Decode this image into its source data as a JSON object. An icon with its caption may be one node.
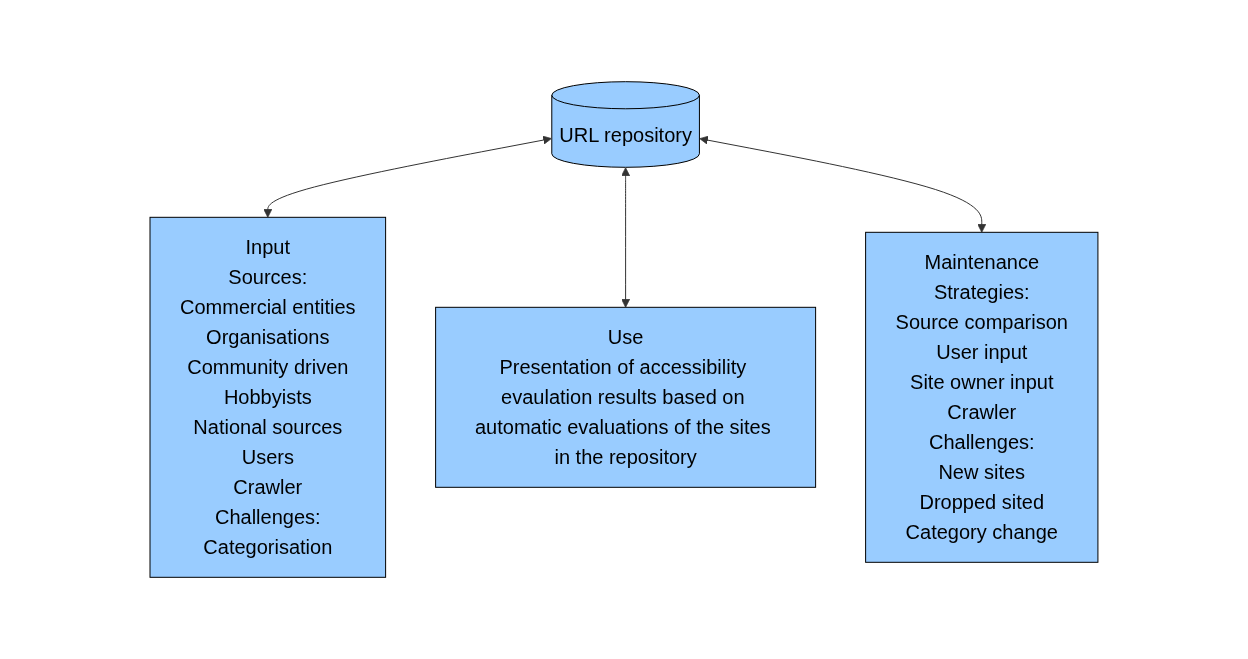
{
  "diagram": {
    "nodes": [
      {
        "text": [
          "Input",
          "Sources:",
          "Commercial entities",
          "Organisations",
          "Community driven",
          "Hobbyists",
          "National sources",
          "Users",
          "Crawler",
          "Challenges:",
          "Categorisation"
        ]
      },
      {
        "text": [
          "URL repository"
        ]
      },
      {
        "text": [
          "Maintenance",
          "Strategies:",
          "Source comparison",
          "User input",
          "Site owner input",
          "Crawler",
          "Challenges:",
          "New sites",
          "Dropped sited",
          "Category change"
        ]
      },
      {
        "text": [
          "Use",
          "Presentation of accessibility evaulation results based on automatic evaluations of the sites in the repository"
        ]
      }
    ],
    "edges": [
      {
        "from": 1,
        "to": 0,
        "arrow": "both"
      },
      {
        "from": 1,
        "to": 3,
        "arrow": "both"
      },
      {
        "from": 1,
        "to": 2,
        "arrow": "both"
      }
    ]
  }
}
